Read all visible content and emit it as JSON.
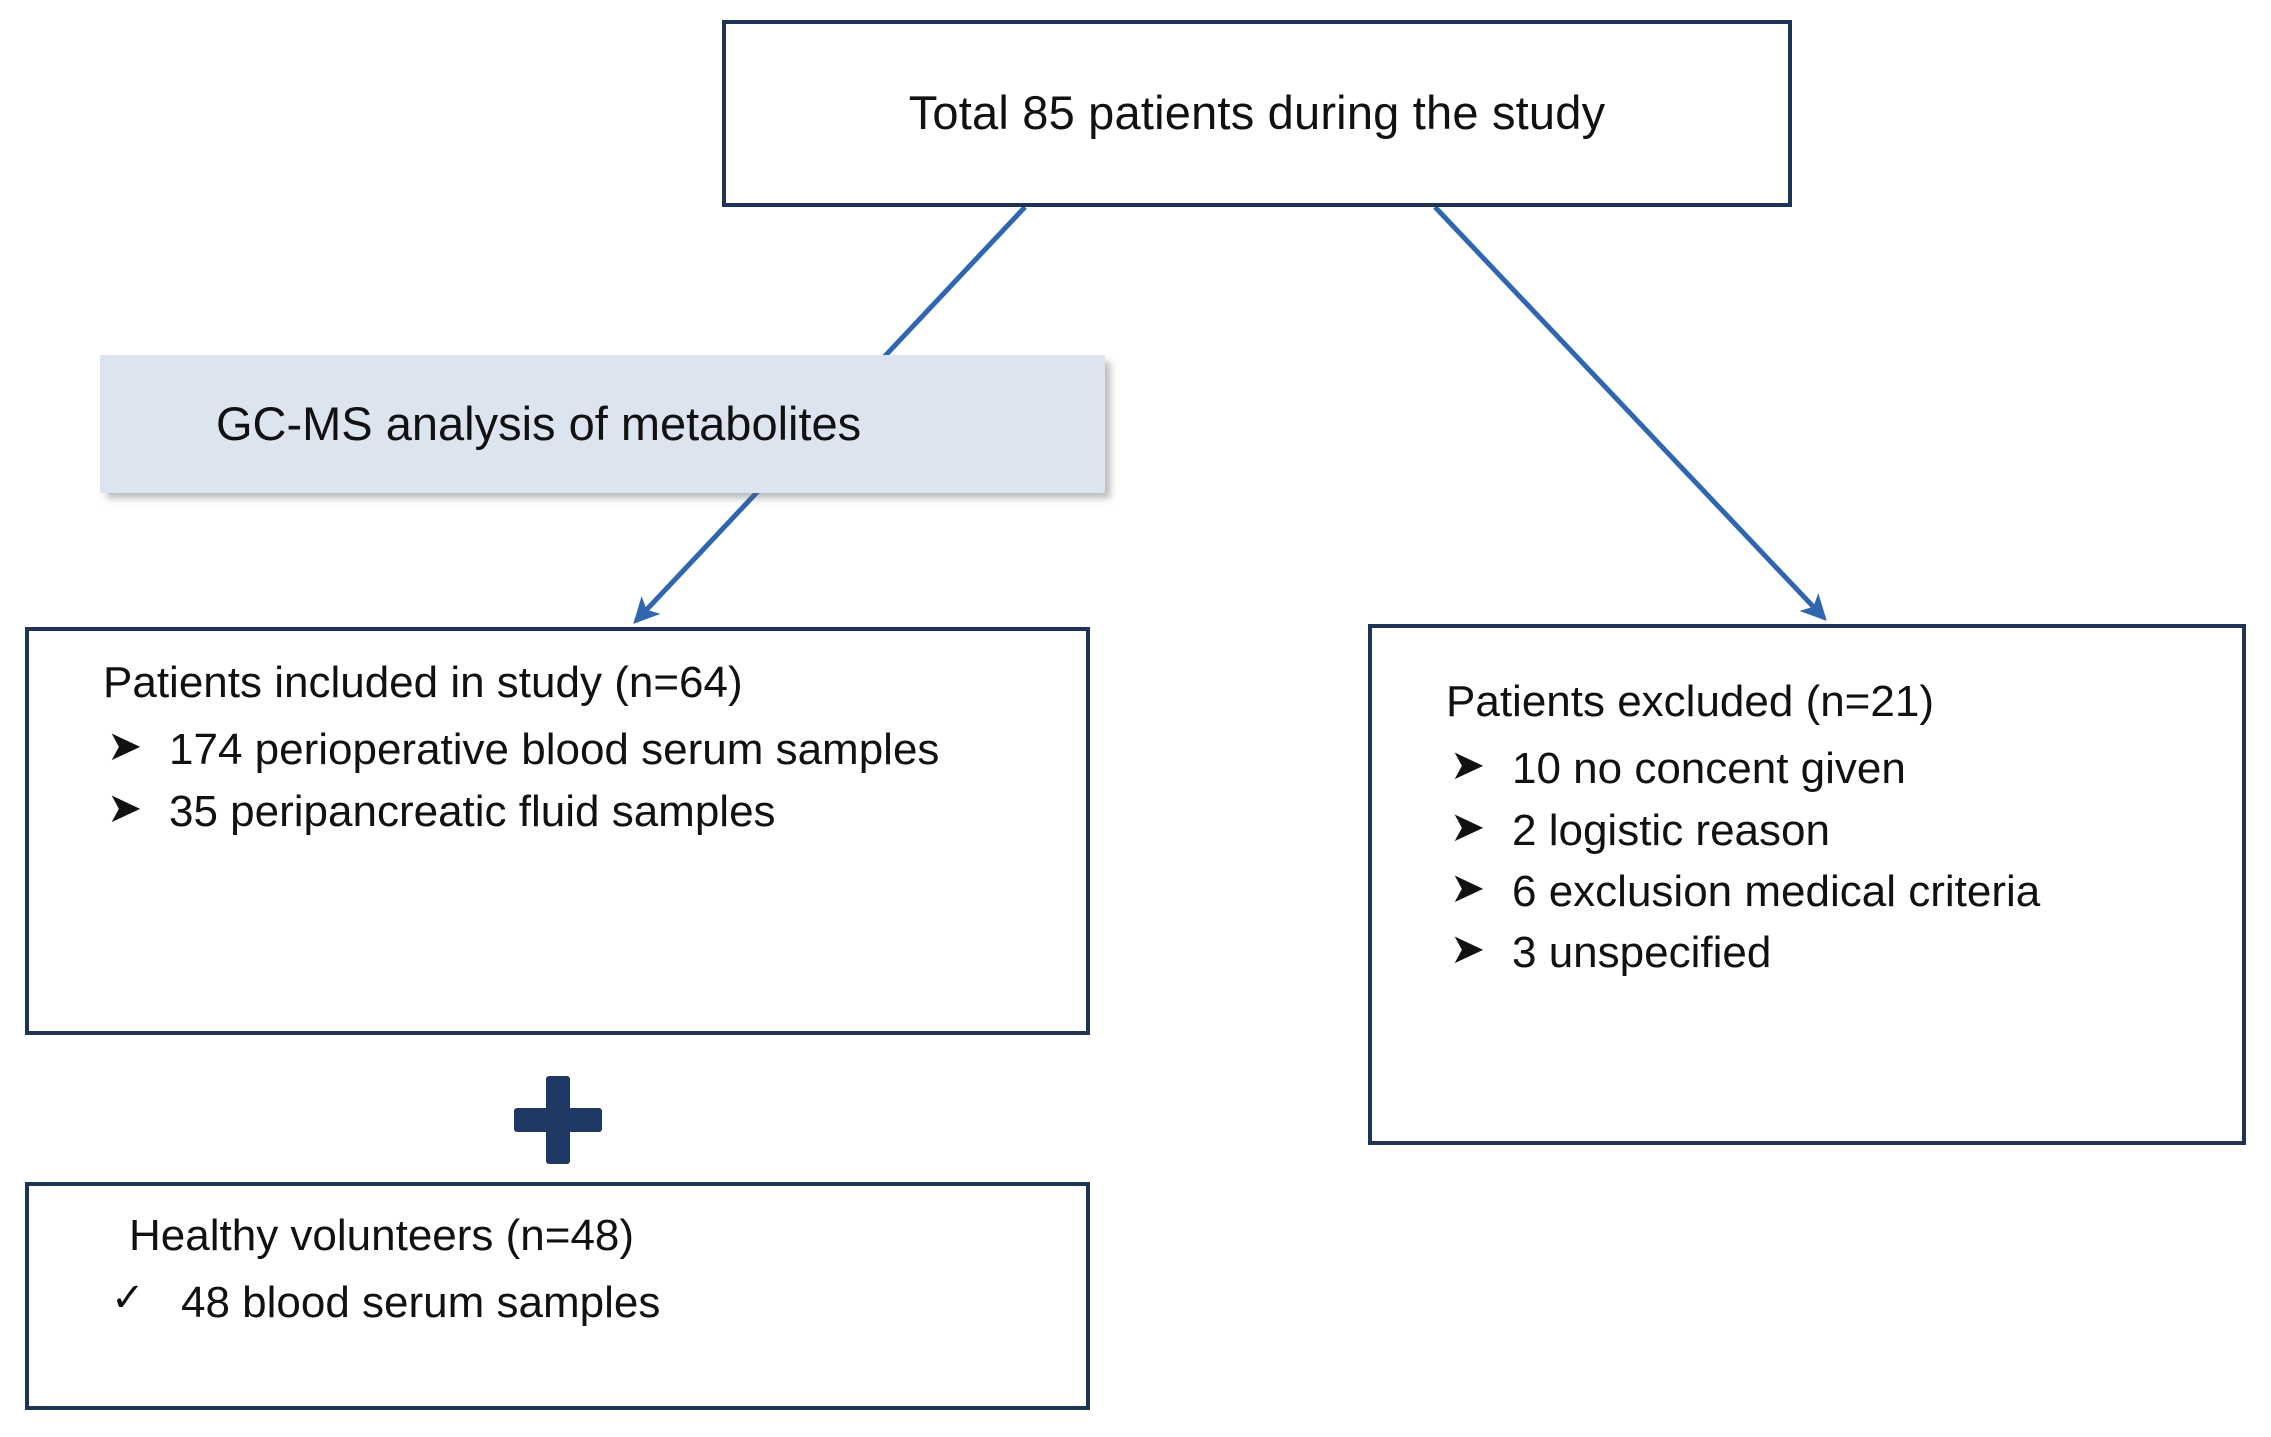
{
  "diagram": {
    "title": "Patient enrollment flow diagram",
    "colors": {
      "box_border": "#1F3455",
      "connector": "#3066B0",
      "banner_fill": "#DCE4EF",
      "plus": "#203864",
      "text": "#111111"
    },
    "nodes": {
      "total": {
        "text": "Total 85 patients during the study"
      },
      "gcms": {
        "text": "GC-MS analysis of metabolites"
      },
      "included": {
        "title": "Patients included in study (n=64)",
        "bullets": [
          {
            "glyph": "➤",
            "glyph_name": "arrow-bullet",
            "text": "174 perioperative blood serum samples"
          },
          {
            "glyph": "➤",
            "glyph_name": "arrow-bullet",
            "text": "35 peripancreatic fluid samples"
          }
        ]
      },
      "excluded": {
        "title": "Patients excluded (n=21)",
        "bullets": [
          {
            "glyph": "➤",
            "glyph_name": "arrow-bullet",
            "text": "10 no concent given"
          },
          {
            "glyph": "➤",
            "glyph_name": "arrow-bullet",
            "text": "2 logistic reason"
          },
          {
            "glyph": "➤",
            "glyph_name": "arrow-bullet",
            "text": "6 exclusion medical criteria"
          },
          {
            "glyph": "➤",
            "glyph_name": "arrow-bullet",
            "text": "3 unspecified"
          }
        ]
      },
      "healthy": {
        "title": "Healthy volunteers (n=48)",
        "bullets": [
          {
            "glyph": "✓",
            "glyph_name": "check-bullet",
            "text": "48 blood serum samples"
          }
        ]
      }
    },
    "plus_symbol": "+",
    "connectors": [
      {
        "name": "total-to-included",
        "from": [
          1025,
          207
        ],
        "to": [
          630,
          627
        ]
      },
      {
        "name": "total-to-excluded",
        "from": [
          1435,
          207
        ],
        "to": [
          1830,
          624
        ]
      }
    ]
  }
}
